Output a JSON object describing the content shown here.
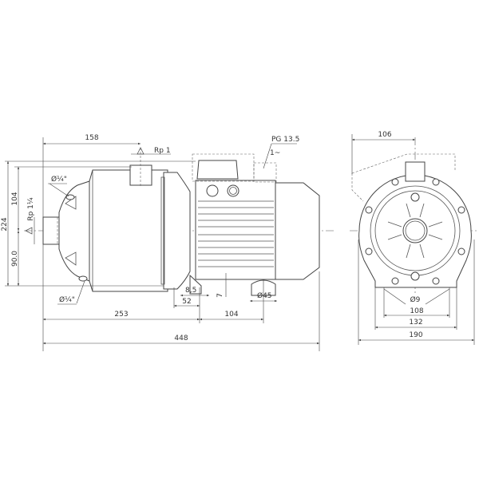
{
  "side_view": {
    "dim_inlet_to_outlet": "158",
    "outlet_thread": "Rp 1",
    "cable_gland": "PG 13.5",
    "phase": "1~",
    "dim_total_height": "224",
    "dim_upper_height": "104",
    "inlet_thread": "Rp 1¼",
    "dim_lower_height": "90.0",
    "plug_top": "Ø¼\"",
    "plug_bottom": "Ø¼\"",
    "dim_foot_offset": "8,5",
    "dim_foot_width": "52",
    "dim_foot_height": "7",
    "dim_foot_diameter": "Ø45",
    "dim_to_foot": "253",
    "dim_foot_spacing": "104",
    "dim_total_length": "448"
  },
  "front_view": {
    "dim_outlet_offset": "106",
    "dim_hole": "Ø9",
    "dim_hole_spacing": "108",
    "dim_base_width": "132",
    "dim_total_width": "190"
  }
}
